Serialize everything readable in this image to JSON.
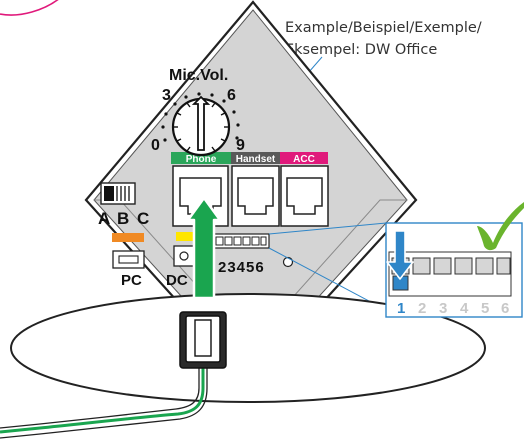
{
  "caption": {
    "line1": "Example/Beispiel/Exemple/",
    "line2": "Eksempel: DW Office"
  },
  "mic_vol": {
    "title": "Mic.Vol.",
    "scale": {
      "min": "0",
      "low": "3",
      "high": "6",
      "max": "9"
    }
  },
  "ports": {
    "phone": "Phone",
    "handset": "Handset",
    "acc": "ACC",
    "pc": "PC",
    "dc": "DC"
  },
  "abc_switch": {
    "a": "A",
    "b": "B",
    "c": "C"
  },
  "dip_switch_base": {
    "numbers": "23456"
  },
  "dip_zoom": {
    "numbers": [
      "1",
      "2",
      "3",
      "4",
      "5",
      "6"
    ],
    "selected": "1"
  },
  "colors": {
    "phone_tab": "#2aa65a",
    "handset_tab": "#595959",
    "acc_tab": "#e0197b",
    "arrow_green": "#1aa54f",
    "arrow_blue": "#2f86c8",
    "checkmark": "#6ab42d",
    "pink_line": "#e0197b",
    "orange_indicator": "#f08a24",
    "yellow_indicator": "#ffe600",
    "base_panel": "#d4d4d4"
  },
  "icons": [
    "arrow-up-green-icon",
    "arrow-down-blue-icon",
    "checkmark-icon",
    "knob-arrow-icon"
  ]
}
